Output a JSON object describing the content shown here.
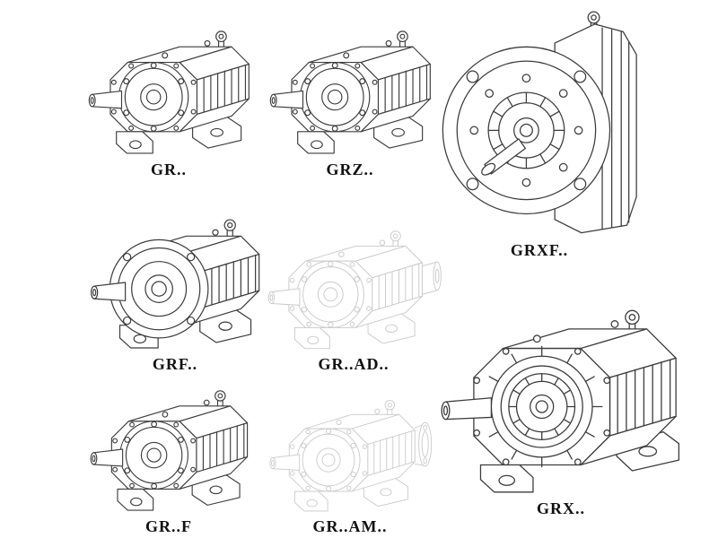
{
  "page": {
    "background": "#ffffff"
  },
  "catalog": {
    "items": [
      {
        "id": "gr",
        "label": "GR.."
      },
      {
        "id": "grz",
        "label": "GRZ.."
      },
      {
        "id": "grxf",
        "label": "GRXF.."
      },
      {
        "id": "grf",
        "label": "GRF.."
      },
      {
        "id": "gr-ad",
        "label": "GR..AD.."
      },
      {
        "id": "grx",
        "label": "GRX.."
      },
      {
        "id": "gr-f",
        "label": "GR..F"
      },
      {
        "id": "gr-am",
        "label": "GR..AM.."
      }
    ],
    "colors": {
      "line": "#3d3d3d",
      "ghost_line": "#c9c9c9",
      "label_text": "#111111"
    }
  }
}
